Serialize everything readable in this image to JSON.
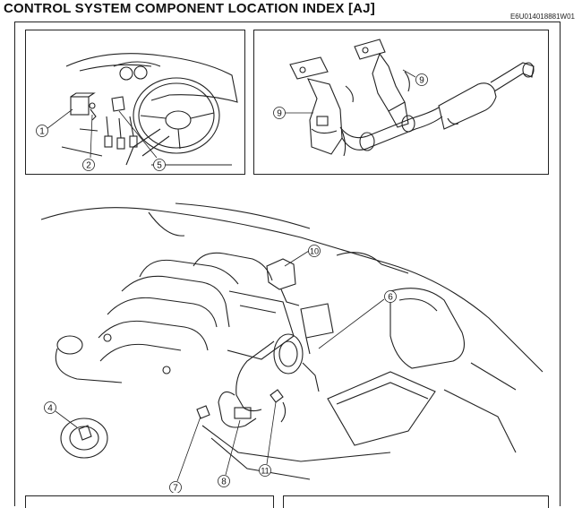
{
  "header": {
    "title": "CONTROL SYSTEM COMPONENT LOCATION INDEX [AJ]",
    "doc_code": "E6U014018881W01"
  },
  "callouts": {
    "c1": "1",
    "c2": "2",
    "c5": "5",
    "c9a": "9",
    "c9b": "9",
    "c10": "10",
    "c6": "6",
    "c4": "4",
    "c7": "7",
    "c8": "8",
    "c11": "11"
  }
}
